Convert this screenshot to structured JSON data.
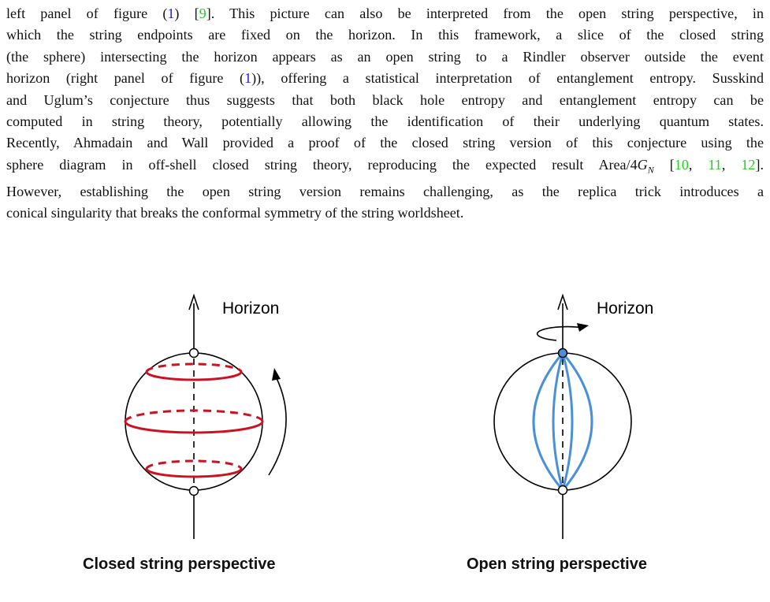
{
  "paragraph": {
    "lines": [
      [
        {
          "t": "left panel of figure ("
        },
        {
          "t": "1",
          "c": "blue"
        },
        {
          "t": ") ["
        },
        {
          "t": "9",
          "c": "green"
        },
        {
          "t": "]. This picture can also be interpreted from the open string perspective, in"
        }
      ],
      [
        {
          "t": "which the string endpoints are fixed on the horizon. In this framework, a slice of the closed string"
        }
      ],
      [
        {
          "t": "(the sphere) intersecting the horizon appears as an open string to a Rindler observer outside the event"
        }
      ],
      [
        {
          "t": "horizon (right panel of figure ("
        },
        {
          "t": "1",
          "c": "blue"
        },
        {
          "t": ")), offering a statistical interpretation of entanglement entropy. Susskind"
        }
      ],
      [
        {
          "t": "and Uglum’s conjecture thus suggests that both black hole entropy and entanglement entropy can be"
        }
      ],
      [
        {
          "t": "computed in string theory, potentially allowing the identification of their underlying quantum states."
        }
      ],
      [
        {
          "t": "Recently, Ahmadain and Wall provided a proof of the closed string version of this conjecture using the"
        }
      ],
      [
        {
          "t": "sphere diagram in off-shell closed string theory, reproducing the expected result Area/4"
        },
        {
          "t": "G",
          "c": "math"
        },
        {
          "t": "N",
          "c": "sub"
        },
        {
          "t": " ["
        },
        {
          "t": "10",
          "c": "green"
        },
        {
          "t": ", "
        },
        {
          "t": "11",
          "c": "green"
        },
        {
          "t": ", "
        },
        {
          "t": "12",
          "c": "green"
        },
        {
          "t": "]."
        }
      ],
      [
        {
          "t": "However, establishing the open string version remains challenging, as the replica trick introduces a"
        }
      ],
      [
        {
          "t": "conical singularity that breaks the conformal symmetry of the string worldsheet."
        }
      ]
    ]
  },
  "figure": {
    "left_panel": {
      "axis_label": "Horizon",
      "caption": "Closed string perspective",
      "string_color": "#cc1122"
    },
    "right_panel": {
      "axis_label": "Horizon",
      "caption": "Open string perspective",
      "string_color": "#4a90d9"
    }
  }
}
